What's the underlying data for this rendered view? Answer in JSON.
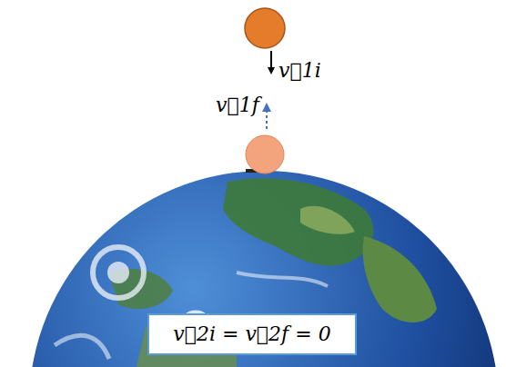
{
  "diagram": {
    "nodes": [
      {
        "text": [
          "v⃗2i = v⃗2f = 0"
        ]
      }
    ],
    "labels": [
      "v⃗1i",
      "v⃗1f"
    ]
  }
}
